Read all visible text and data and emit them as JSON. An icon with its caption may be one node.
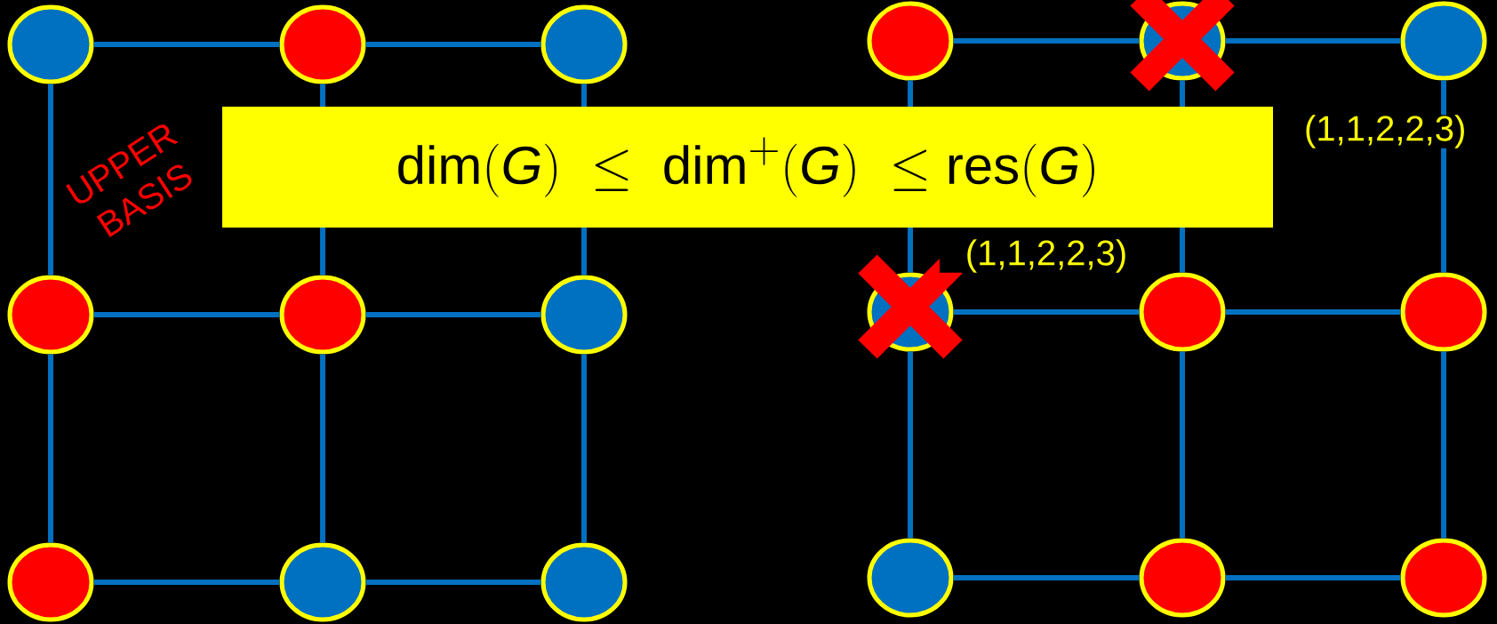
{
  "diagram": {
    "nodes": [
      {
        "text": [],
        "shape": "circle"
      },
      {
        "text": [],
        "shape": "circle"
      },
      {
        "text": [],
        "shape": "circle"
      },
      {
        "text": [],
        "shape": "circle"
      },
      {
        "text": [],
        "shape": "circle"
      },
      {
        "text": [],
        "shape": "circle"
      },
      {
        "text": [],
        "shape": "circle"
      },
      {
        "text": [],
        "shape": "circle"
      },
      {
        "text": [],
        "shape": "circle"
      },
      {
        "text": [],
        "shape": "circle"
      },
      {
        "text": [],
        "shape": "circle"
      },
      {
        "text": [],
        "shape": "circle"
      },
      {
        "text": [],
        "shape": "circle"
      },
      {
        "text": [],
        "shape": "circle"
      },
      {
        "text": [],
        "shape": "circle"
      },
      {
        "text": [],
        "shape": "circle"
      },
      {
        "text": [],
        "shape": "circle"
      },
      {
        "text": [],
        "shape": "circle"
      }
    ],
    "edges": [
      {
        "from": 0,
        "to": 1,
        "arrow": "none"
      },
      {
        "from": 1,
        "to": 2,
        "arrow": "none"
      },
      {
        "from": 3,
        "to": 4,
        "arrow": "none"
      },
      {
        "from": 4,
        "to": 5,
        "arrow": "none"
      },
      {
        "from": 6,
        "to": 7,
        "arrow": "none"
      },
      {
        "from": 7,
        "to": 8,
        "arrow": "none"
      },
      {
        "from": 0,
        "to": 3,
        "arrow": "none"
      },
      {
        "from": 3,
        "to": 6,
        "arrow": "none"
      },
      {
        "from": 1,
        "to": 4,
        "arrow": "none"
      },
      {
        "from": 4,
        "to": 7,
        "arrow": "none"
      },
      {
        "from": 2,
        "to": 5,
        "arrow": "none"
      },
      {
        "from": 5,
        "to": 8,
        "arrow": "none"
      },
      {
        "from": 9,
        "to": 10,
        "arrow": "none"
      },
      {
        "from": 10,
        "to": 11,
        "arrow": "none"
      },
      {
        "from": 12,
        "to": 13,
        "arrow": "none"
      },
      {
        "from": 13,
        "to": 14,
        "arrow": "none"
      },
      {
        "from": 15,
        "to": 16,
        "arrow": "none"
      },
      {
        "from": 16,
        "to": 17,
        "arrow": "none"
      },
      {
        "from": 9,
        "to": 12,
        "arrow": "none"
      },
      {
        "from": 12,
        "to": 15,
        "arrow": "none"
      },
      {
        "from": 10,
        "to": 13,
        "arrow": "none"
      },
      {
        "from": 13,
        "to": 16,
        "arrow": "none"
      },
      {
        "from": 11,
        "to": 14,
        "arrow": "none"
      },
      {
        "from": 14,
        "to": 17,
        "arrow": "none"
      }
    ],
    "labels": [
      "\\dim(G)\\ \\le\\ \\dim^{+}(G)\\ \\le \\mathrm{res}(G)",
      "UPPER BASIS",
      "(1,1,2,2,3)",
      "(1,1,2,2,3)"
    ]
  }
}
